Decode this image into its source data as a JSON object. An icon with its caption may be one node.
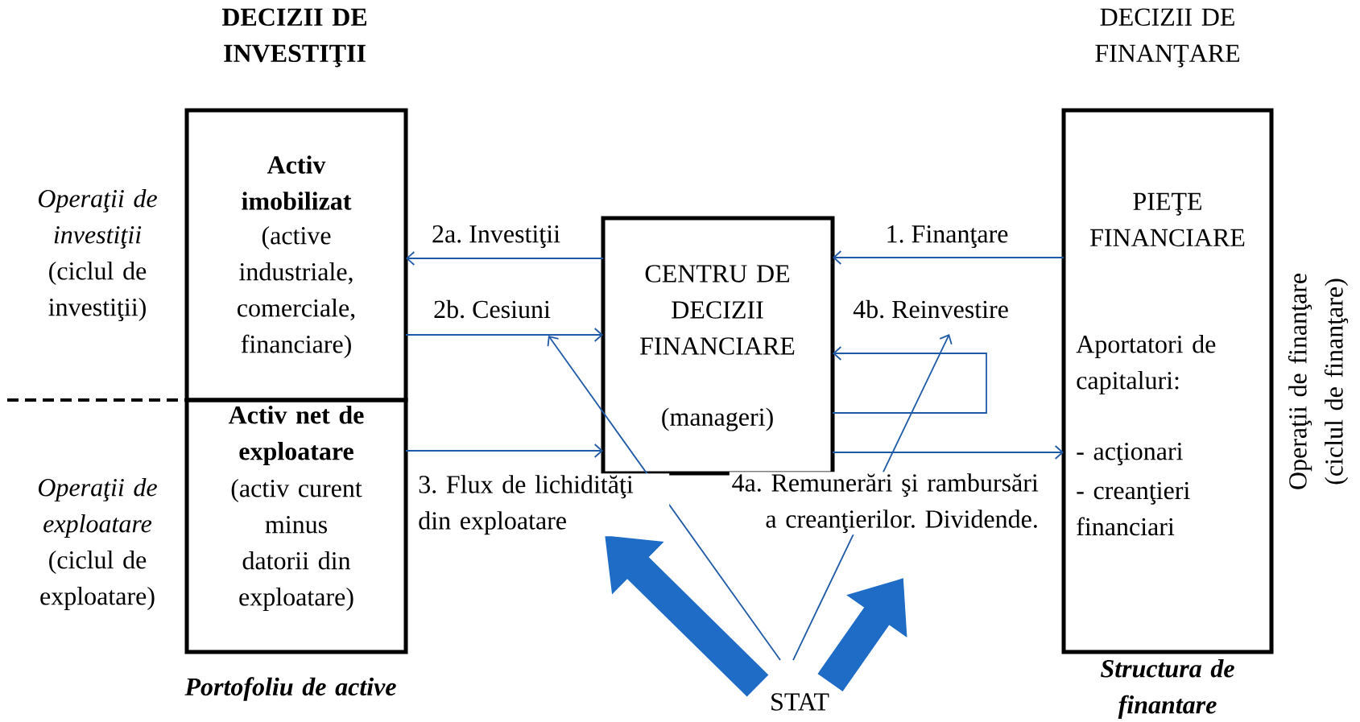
{
  "diagram": {
    "nodes": [
      {
        "text": [
          "Activ imobilizat",
          "(active industriale, comerciale, financiare)"
        ]
      },
      {
        "text": [
          "Activ net de exploatare",
          "(activ curent minus datorii din exploatare)"
        ]
      },
      {
        "text": [
          "CENTRU DE DECIZII FINANCIARE",
          "(manageri)"
        ]
      },
      {
        "text": [
          "PIEŢE FINANCIARE",
          "Aportatori de capitaluri:",
          "- acţionari",
          "- creanţieri financiari"
        ],
        "beside": [
          "Operaţii de finanţare (ciclul de finanţare)",
          "Structura de finantare"
        ]
      },
      {
        "text": [
          "STAT"
        ]
      }
    ],
    "edges": [
      {
        "from": 3,
        "to": 2,
        "arrow": "to",
        "label": "1. Finanţare"
      },
      {
        "from": 2,
        "to": 0,
        "arrow": "to",
        "label": "2a. Investiţii"
      },
      {
        "from": 0,
        "to": 2,
        "arrow": "to",
        "label": "2b. Cesiuni"
      },
      {
        "from": 1,
        "to": 2,
        "arrow": "to",
        "label": "3. Flux de lichidităţi din exploatare"
      },
      {
        "from": 2,
        "to": 3,
        "arrow": "to",
        "label": "4a. Remunerări şi rambursări a creanţierilor. Dividende."
      },
      {
        "from": 2,
        "to": 2,
        "arrow": "to",
        "label": "4b. Reinvestire"
      },
      {
        "from": 4,
        "to": null,
        "arrow": "to"
      },
      {
        "from": 4,
        "to": null,
        "arrow": "to"
      },
      {
        "from": 4,
        "to": null,
        "arrow": "to",
        "style": "thick",
        "color": "#1e6cc6"
      },
      {
        "from": 4,
        "to": null,
        "arrow": "to",
        "style": "thick",
        "color": "#1e6cc6"
      }
    ],
    "labels": [
      "DECIZII DE INVESTIŢII",
      "DECIZII DE FINANŢARE",
      "*Operaţii de investiţii* (ciclul de investiţii)",
      "*Operaţii de exploatare* (ciclul de exploatare)",
      "Portofoliu de active"
    ]
  }
}
